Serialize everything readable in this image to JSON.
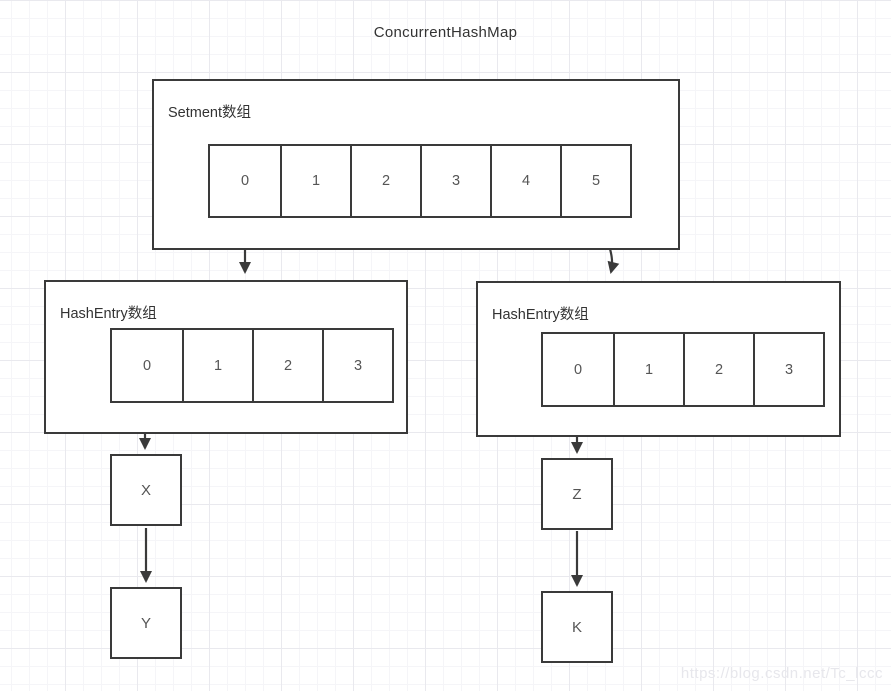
{
  "title": "ConcurrentHashMap",
  "segment": {
    "label": "Setment数组",
    "cells": [
      "0",
      "1",
      "2",
      "3",
      "4",
      "5"
    ]
  },
  "hash_left": {
    "label": "HashEntry数组",
    "cells": [
      "0",
      "1",
      "2",
      "3"
    ]
  },
  "hash_right": {
    "label": "HashEntry数组",
    "cells": [
      "0",
      "1",
      "2",
      "3"
    ]
  },
  "nodes": {
    "x": "X",
    "y": "Y",
    "z": "Z",
    "k": "K"
  },
  "watermark": "https://blog.csdn.net/Tc_lccc",
  "colors": {
    "line": "#3a3a3a",
    "text": "#333333",
    "cell_text": "#555555",
    "grid_minor": "#f5f5f8",
    "grid_major": "#e9e9ee",
    "watermark": "#e7e7ec"
  }
}
